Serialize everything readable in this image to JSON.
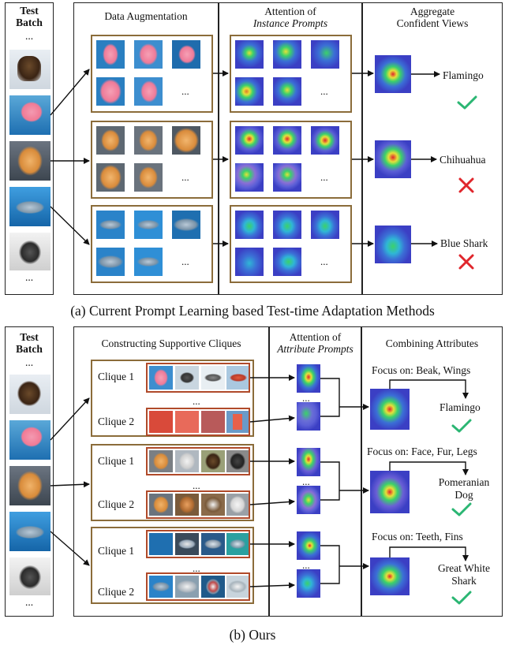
{
  "top": {
    "test_batch_title": "Test\nBatch",
    "col1_title": "Data Augmentation",
    "col2_title_line1": "Attention of",
    "col2_title_line2": "Instance Prompts",
    "col3_title_line1": "Aggregate",
    "col3_title_line2": "Confident Views",
    "rows": [
      {
        "label": "Flamingo",
        "result": "correct"
      },
      {
        "label": "Chihuahua",
        "result": "wrong"
      },
      {
        "label": "Blue Shark",
        "result": "wrong"
      }
    ],
    "caption": "(a) Current Prompt Learning based Test-time Adaptation Methods"
  },
  "bottom": {
    "test_batch_title": "Test\nBatch",
    "col1_title": "Constructing Supportive Cliques",
    "col2_title_line1": "Attention of",
    "col2_title_line2": "Attribute Prompts",
    "col3_title": "Combining Attributes",
    "clique1": "Clique 1",
    "clique2": "Clique 2",
    "rows": [
      {
        "focus": "Focus on: Beak, Wings",
        "label": "Flamingo",
        "result": "correct"
      },
      {
        "focus": "Focus on: Face, Fur, Legs",
        "label": "Pomeranian\nDog",
        "result": "correct"
      },
      {
        "focus": "Focus on: Teeth, Fins",
        "label": "Great White\nShark",
        "result": "correct"
      }
    ],
    "caption": "(b) Ours"
  },
  "ellipsis": "...",
  "ellipsis_mid": "...",
  "colors": {
    "box_border": "#8b6c3a",
    "clique_border": "#b04a2a",
    "check": "#2bb673",
    "cross": "#e0262c",
    "heat_bg": "#3b3fc4"
  }
}
